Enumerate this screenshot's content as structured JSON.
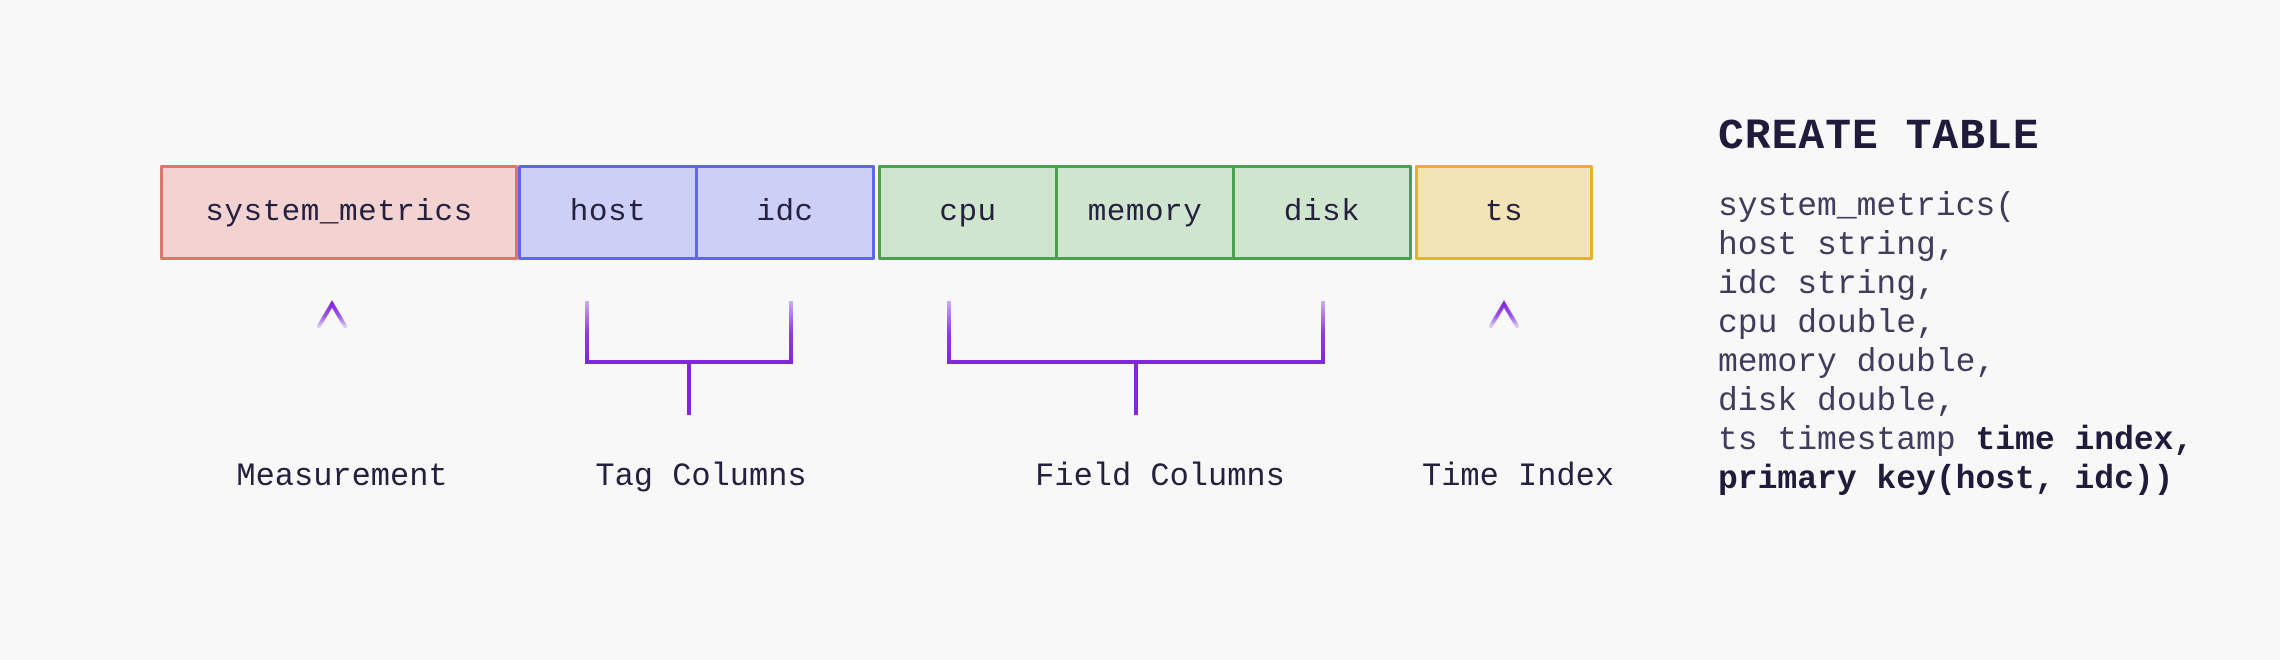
{
  "diagram": {
    "row": {
      "cells": [
        {
          "label": "system_metrics",
          "group": "measurement"
        },
        {
          "label": "host",
          "group": "tag"
        },
        {
          "label": "idc",
          "group": "tag"
        },
        {
          "label": "cpu",
          "group": "field"
        },
        {
          "label": "memory",
          "group": "field"
        },
        {
          "label": "disk",
          "group": "field"
        },
        {
          "label": "ts",
          "group": "time"
        }
      ]
    },
    "annotations": {
      "measurement": "Measurement",
      "tag": "Tag Columns",
      "field": "Field Columns",
      "time": "Time Index"
    },
    "colors": {
      "background": "#f8f8f8",
      "text": "#25203f",
      "measurement_fill": "#f3d3d1",
      "measurement_border": "#e0756c",
      "tag_fill": "#cdcff7",
      "tag_border": "#6065ef",
      "field_fill": "#d0e5ce",
      "field_border": "#4ba04f",
      "time_fill": "#f3e4b6",
      "time_border": "#e9b125",
      "annotation_purple_dark": "#8326e0",
      "annotation_purple_light": "#d9c8f4"
    }
  },
  "sql": {
    "title": "CREATE TABLE",
    "lines": [
      {
        "normal": "system_metrics("
      },
      {
        "normal": "host string,"
      },
      {
        "normal": "idc string,"
      },
      {
        "normal": "cpu double,"
      },
      {
        "normal": "memory double,"
      },
      {
        "normal": "disk double,"
      },
      {
        "normal": "ts timestamp ",
        "bold": "time index,"
      },
      {
        "normal": "",
        "bold": "primary key(host, idc))"
      }
    ]
  }
}
